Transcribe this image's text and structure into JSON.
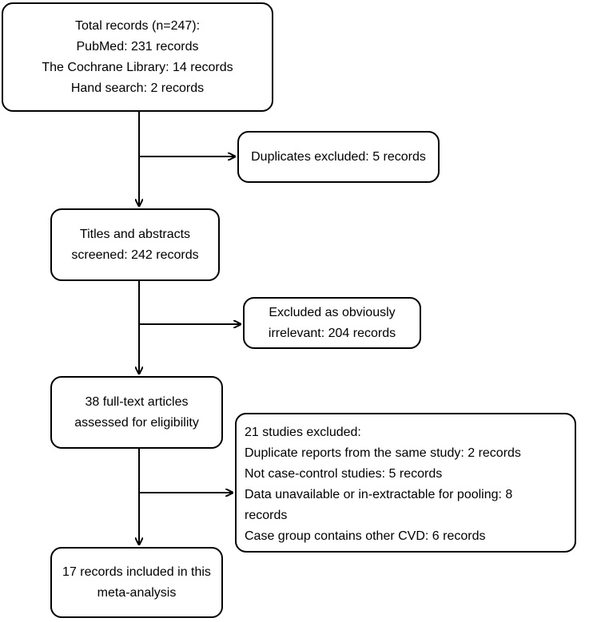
{
  "boxes": {
    "total": {
      "lines": [
        "Total records (n=247):",
        "PubMed: 231 records",
        "The Cochrane Library: 14 records",
        "Hand search: 2 records"
      ]
    },
    "duplicates": {
      "lines": [
        "Duplicates excluded: 5 records"
      ]
    },
    "screened": {
      "lines": [
        "Titles and abstracts",
        "screened: 242 records"
      ]
    },
    "irrelevant": {
      "lines": [
        "Excluded as obviously",
        "irrelevant: 204 records"
      ]
    },
    "fulltext": {
      "lines": [
        "38 full-text articles",
        "assessed for eligibility"
      ]
    },
    "excluded": {
      "lines": [
        "21 studies excluded:",
        "Duplicate reports from the same study: 2 records",
        "Not case-control studies: 5 records",
        "Data unavailable or in-extractable for pooling: 8",
        "records",
        "Case group contains other CVD: 6 records"
      ]
    },
    "included": {
      "lines": [
        "17 records included in this",
        "meta-analysis"
      ]
    }
  },
  "colors": {
    "stroke": "#000000",
    "background": "#ffffff"
  }
}
